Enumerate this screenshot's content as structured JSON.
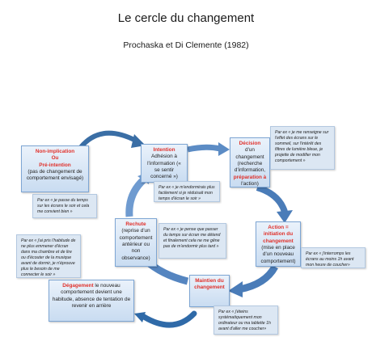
{
  "title": "Le cercle du changement",
  "subtitle": "Prochaska et Di Clemente (1982)",
  "stages": {
    "non_intention": {
      "head_lines": [
        "Non-implication",
        "Ou",
        "Pré-intention"
      ],
      "body": "(pas de changement de comportement envisagé)"
    },
    "intention": {
      "head": "Intention",
      "body": "Adhésion à l'information (« se sentir concerné »)"
    },
    "decision": {
      "head": "Décision",
      "body_before": "d'un changement (recherche d'information, ",
      "body_highlight": "préparation à",
      "body_after": " l'action)"
    },
    "action": {
      "head": "Action = initiation du changement",
      "body": "(mise en place d'un nouveau comportement)"
    },
    "maintien": {
      "head": "Maintien du changement"
    },
    "rechute": {
      "head": "Rechute",
      "body": "(reprise d'un comportement antérieur ou non observance)"
    },
    "degagement": {
      "head": "Dégagement",
      "body": " le nouveau comportement devient une habitude, absence de tentation de revenir en arrière"
    }
  },
  "notes": {
    "non_intention": "Par ex « je passe du temps sur les écrans le soir et cela me convient bien »",
    "intention": "Par ex « je m'endormirais plus facilement si je réduisait mon temps d'écran le soir »",
    "decision": "Par ex « je me renseigne sur l'effet des écrans sur le sommeil, sur l'intérêt des filtres de lumière bleue, je projette de modifier mon comportement »",
    "action": "Par ex « j'interromps les écrans au moins 1h avant mon heure de coucher»",
    "rechute": "Par ex « je pense que passer du temps sur écran me détend et finalement cela ne me gêne pas de m'endormir plus tard »",
    "maintien": "Par ex « j'éteins systématiquement mon ordinateur ou ma tablette 1h avant d'aller me coucher»",
    "degagement": "Par ex « j'ai pris l'habitude de ne plus emmener d'écran dans ma chambre et de lire ou d'écouter de la musique avant de dormir, je n'éprouve plus le besoin de me connecter le soir »"
  },
  "colors": {
    "arrow": "#3a6ea5",
    "arrow_light": "#6f9bd0",
    "stage_title": "#e0302a",
    "box_border": "#7ea6d4",
    "note_fill": "#dce7f3"
  }
}
